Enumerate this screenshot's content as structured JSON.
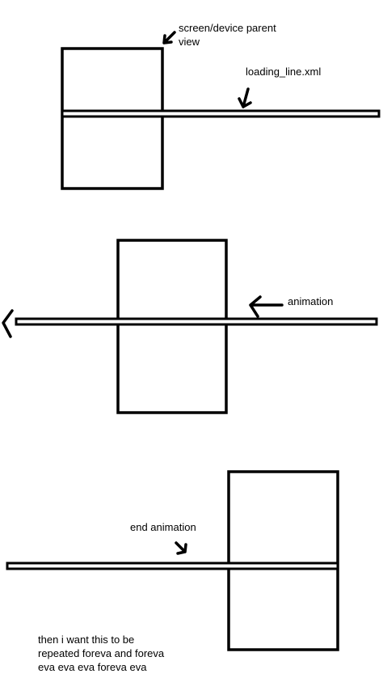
{
  "annotations": {
    "screen_label": [
      "screen/device parent",
      "view"
    ],
    "loading_line_label": "loading_line.xml",
    "animation_label": "animation",
    "end_animation_label": "end animation",
    "note": [
      "then i want this to be",
      "repeated foreva and foreva",
      "eva eva eva foreva eva"
    ]
  },
  "colors": {
    "stroke": "#000000",
    "background": "#ffffff"
  },
  "icons": [
    "arrow-icon",
    "left-arrow-icon"
  ]
}
